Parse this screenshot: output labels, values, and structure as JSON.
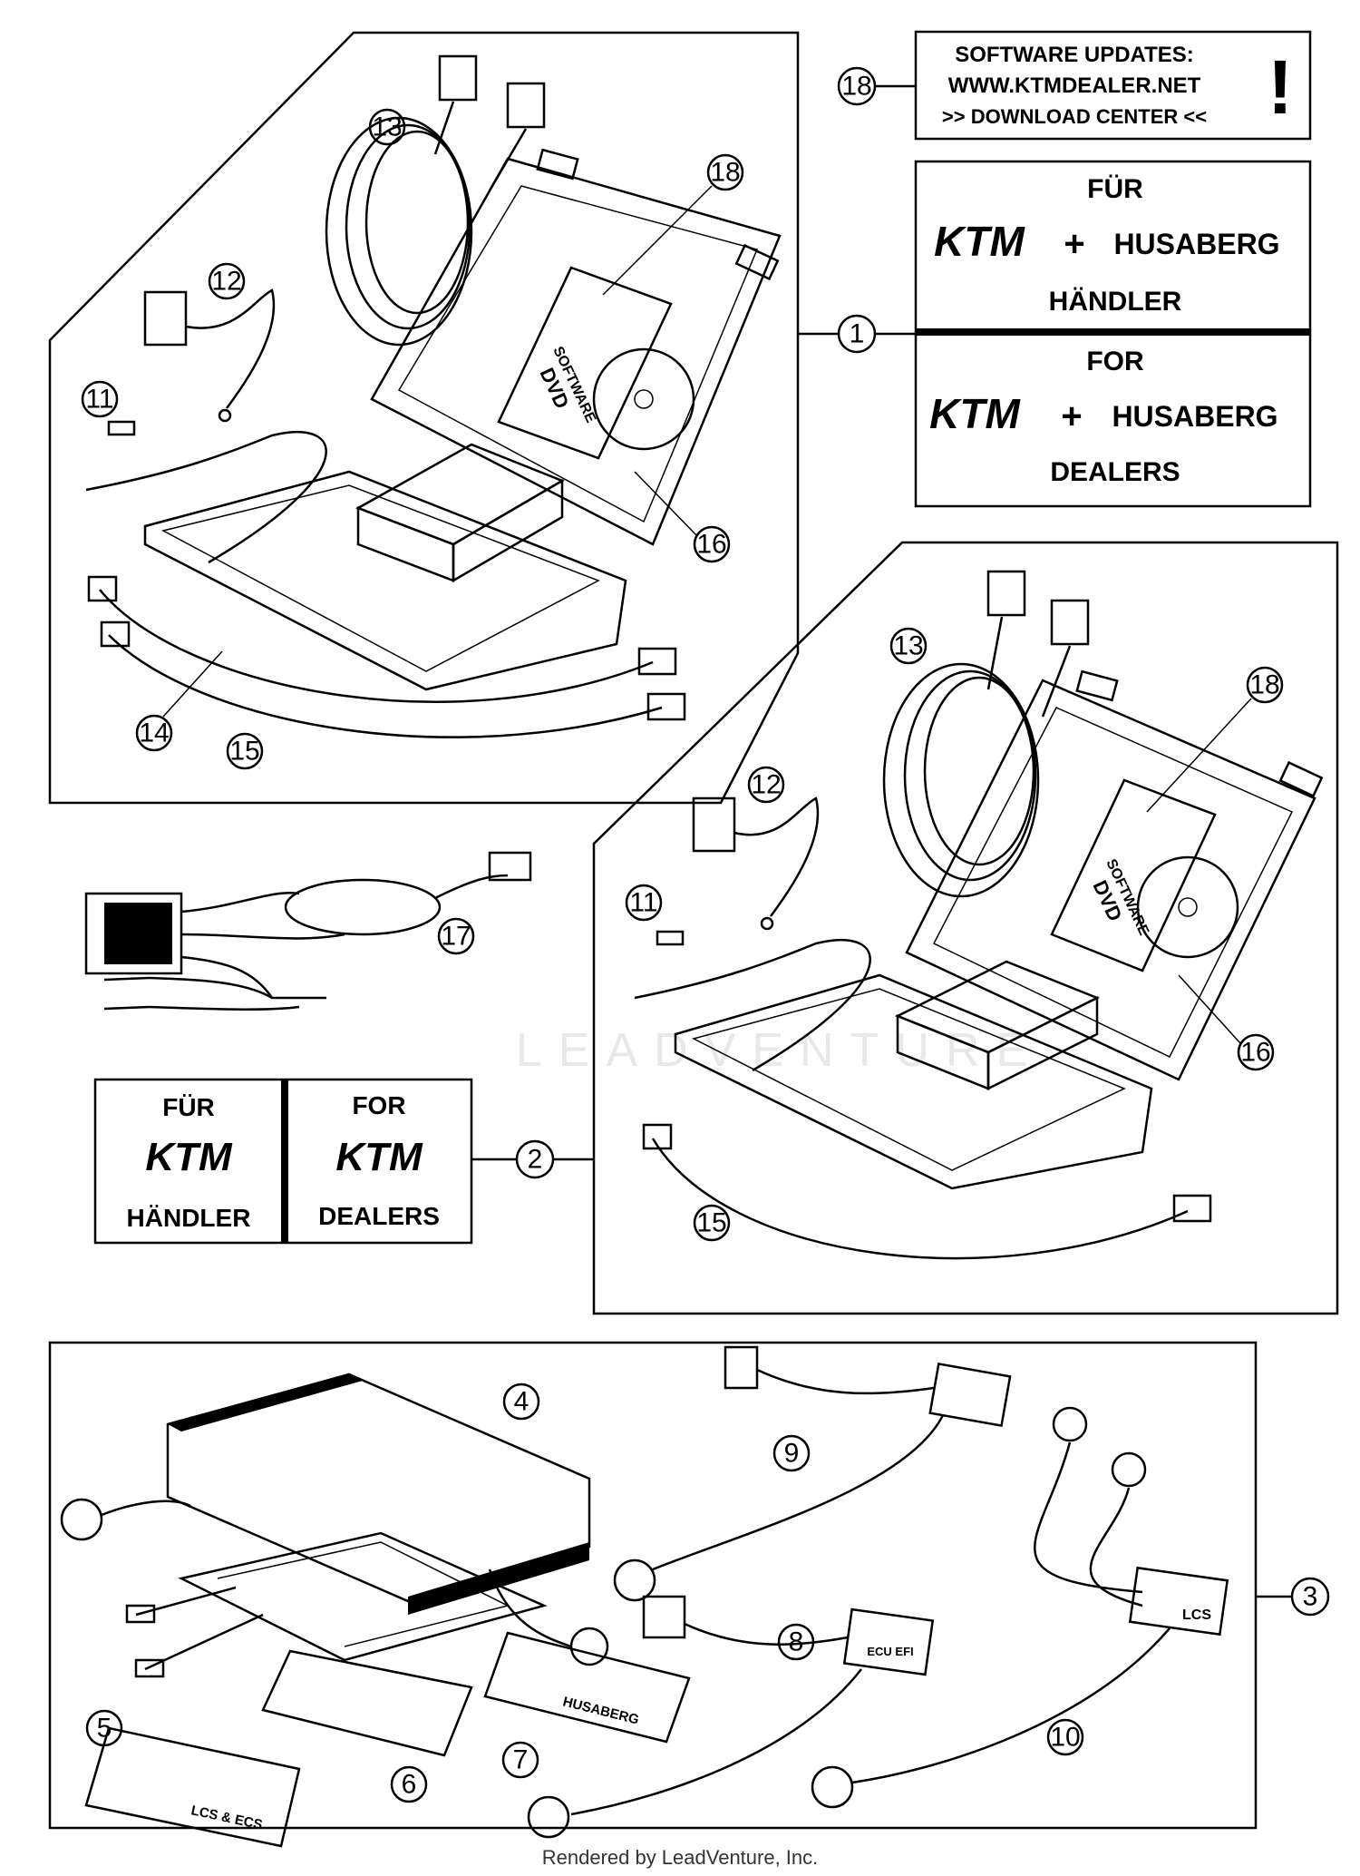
{
  "software_box": {
    "line1": "SOFTWARE UPDATES:",
    "line2": "WWW.KTMDEALER.NET",
    "line3": ">> DOWNLOAD CENTER <<",
    "mark": "!"
  },
  "brand_box_1": {
    "top_label": "FÜR",
    "top_bottom": "HÄNDLER",
    "bottom_label": "FOR",
    "bottom_bottom": "DEALERS",
    "brand_a": "KTM",
    "plus": "+",
    "brand_b": "HUSABERG"
  },
  "brand_box_2": {
    "left_top": "FÜR",
    "left_bottom": "HÄNDLER",
    "right_top": "FOR",
    "right_bottom": "DEALERS",
    "brand": "KTM"
  },
  "callouts": {
    "n1": "1",
    "n2": "2",
    "n3": "3",
    "n4": "4",
    "n5": "5",
    "n6": "6",
    "n7": "7",
    "n8": "8",
    "n9": "9",
    "n10": "10",
    "n11": "11",
    "n12": "12",
    "n13": "13",
    "n14": "14",
    "n15": "15",
    "n16": "16",
    "n17": "17",
    "n18": "18"
  },
  "dvd": {
    "line1": "SOFTWARE",
    "line2": "DVD"
  },
  "adapter_labels": {
    "lcs": "LCS",
    "ecu_efi": "ECU EFI",
    "lcs_ecs": "LCS & ECS",
    "husaberg": "HUSABERG"
  },
  "watermark": "LEADVENTURE",
  "footer": "Rendered by LeadVenture, Inc."
}
